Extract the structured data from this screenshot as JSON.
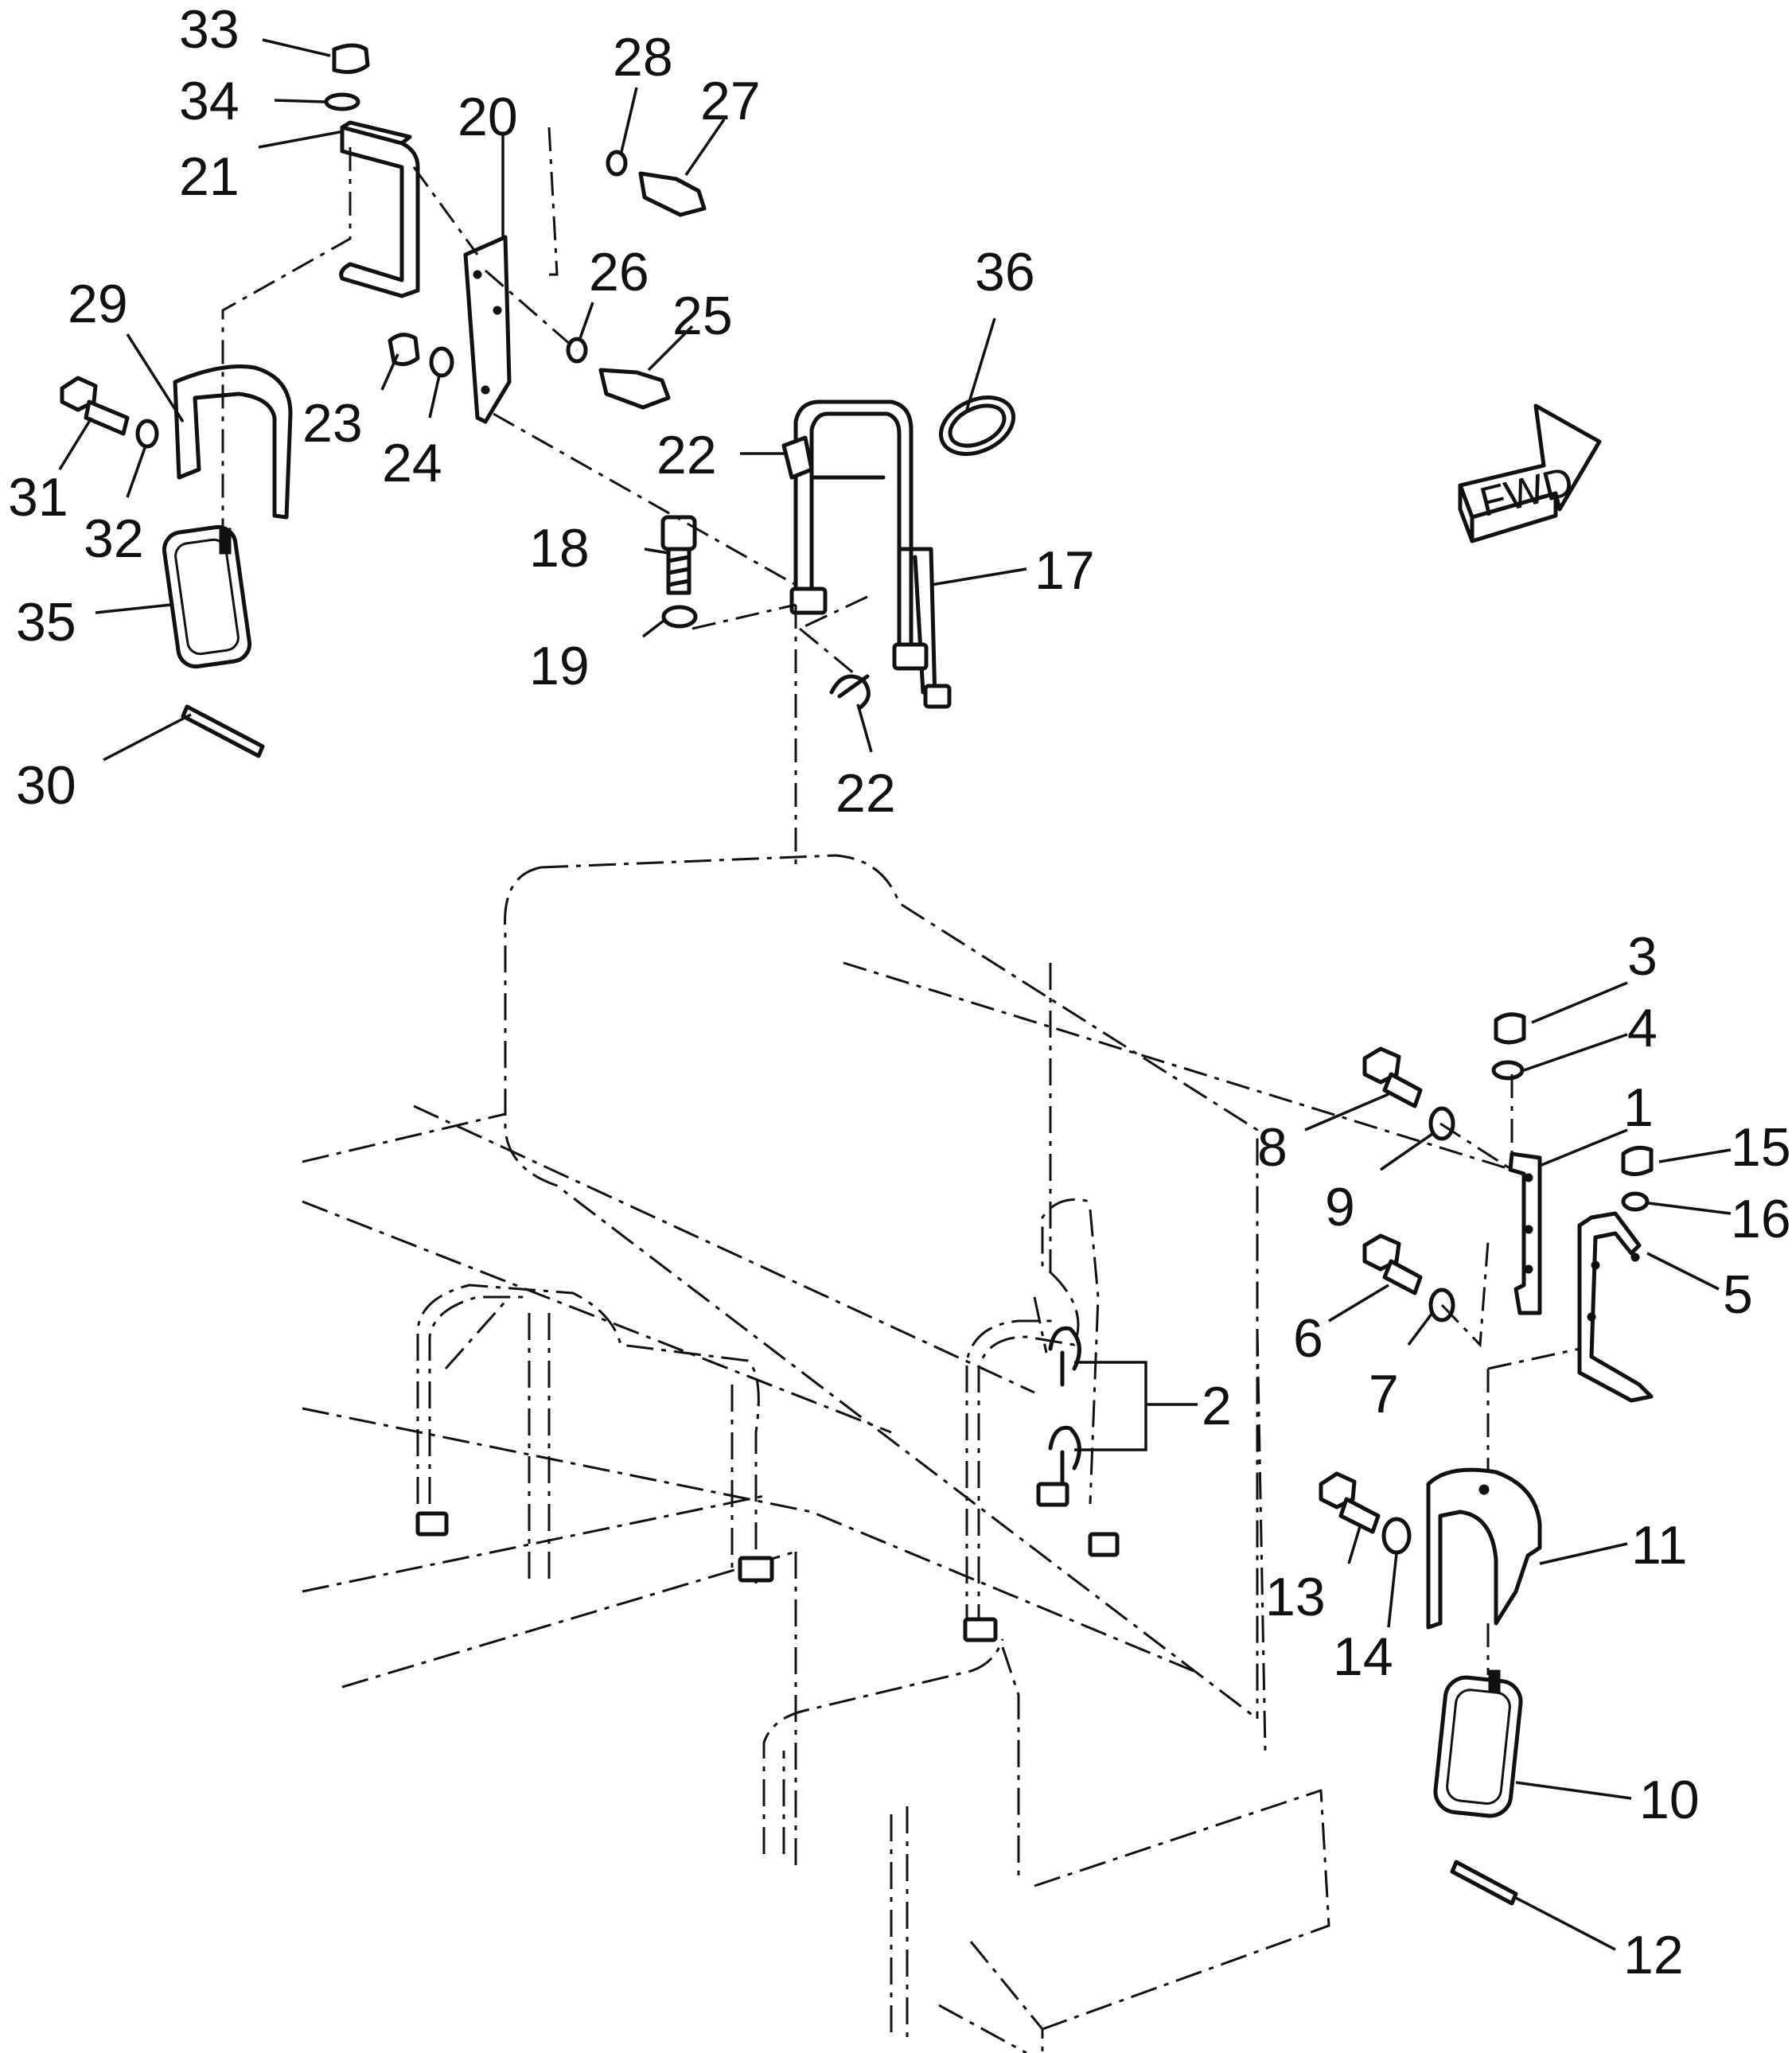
{
  "callouts": [
    {
      "id": "c1",
      "label": "1"
    },
    {
      "id": "c2",
      "label": "2"
    },
    {
      "id": "c3",
      "label": "3"
    },
    {
      "id": "c4",
      "label": "4"
    },
    {
      "id": "c5",
      "label": "5"
    },
    {
      "id": "c6",
      "label": "6"
    },
    {
      "id": "c7",
      "label": "7"
    },
    {
      "id": "c8",
      "label": "8"
    },
    {
      "id": "c9",
      "label": "9"
    },
    {
      "id": "c10",
      "label": "10"
    },
    {
      "id": "c11",
      "label": "11"
    },
    {
      "id": "c12",
      "label": "12"
    },
    {
      "id": "c13",
      "label": "13"
    },
    {
      "id": "c14",
      "label": "14"
    },
    {
      "id": "c15",
      "label": "15"
    },
    {
      "id": "c16",
      "label": "16"
    },
    {
      "id": "c17",
      "label": "17"
    },
    {
      "id": "c18",
      "label": "18"
    },
    {
      "id": "c19",
      "label": "19"
    },
    {
      "id": "c20",
      "label": "20"
    },
    {
      "id": "c21",
      "label": "21"
    },
    {
      "id": "c22a",
      "label": "22"
    },
    {
      "id": "c22b",
      "label": "22"
    },
    {
      "id": "c23",
      "label": "23"
    },
    {
      "id": "c24",
      "label": "24"
    },
    {
      "id": "c25",
      "label": "25"
    },
    {
      "id": "c26",
      "label": "26"
    },
    {
      "id": "c27",
      "label": "27"
    },
    {
      "id": "c28",
      "label": "28"
    },
    {
      "id": "c29",
      "label": "29"
    },
    {
      "id": "c30",
      "label": "30"
    },
    {
      "id": "c31",
      "label": "31"
    },
    {
      "id": "c32",
      "label": "32"
    },
    {
      "id": "c33",
      "label": "33"
    },
    {
      "id": "c34",
      "label": "34"
    },
    {
      "id": "c35",
      "label": "35"
    },
    {
      "id": "c36",
      "label": "36"
    }
  ],
  "direction_arrow": {
    "label": "FWD"
  },
  "colors": {
    "ink": "#111111",
    "paper": "#ffffff"
  }
}
